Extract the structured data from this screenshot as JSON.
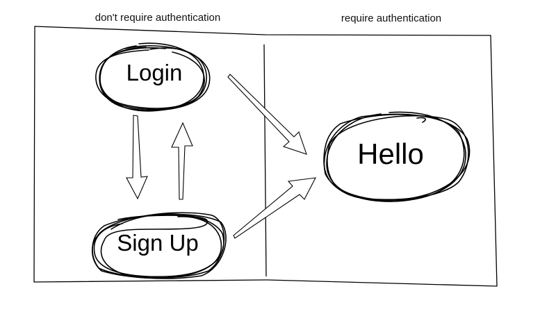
{
  "headers": {
    "left": "don't require authentication",
    "right": "require authentication"
  },
  "nodes": {
    "login": "Login",
    "signup": "Sign Up",
    "hello": "Hello"
  },
  "edges": [
    {
      "from": "Login",
      "to": "Sign Up"
    },
    {
      "from": "Sign Up",
      "to": "Login"
    },
    {
      "from": "Login",
      "to": "Hello"
    },
    {
      "from": "Sign Up",
      "to": "Hello"
    }
  ],
  "colors": {
    "stroke": "#000000",
    "background": "#ffffff"
  }
}
